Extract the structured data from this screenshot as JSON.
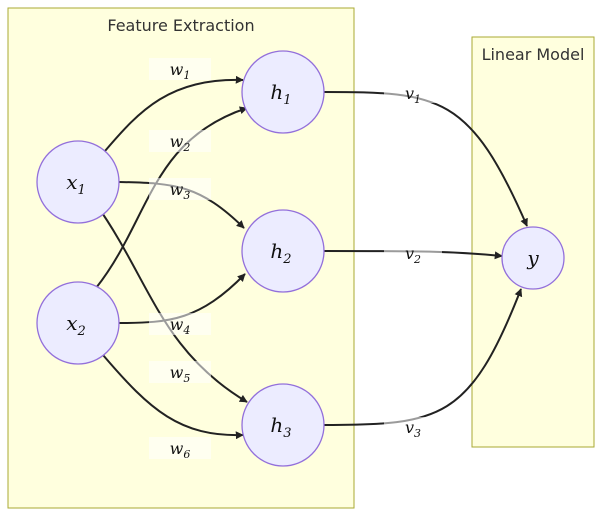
{
  "clusters": {
    "feature_extraction": {
      "title": "Feature Extraction"
    },
    "linear_model": {
      "title": "Linear Model"
    }
  },
  "nodes": {
    "x1": {
      "base": "x",
      "sub": "1"
    },
    "x2": {
      "base": "x",
      "sub": "2"
    },
    "h1": {
      "base": "h",
      "sub": "1"
    },
    "h2": {
      "base": "h",
      "sub": "2"
    },
    "h3": {
      "base": "h",
      "sub": "3"
    },
    "y": {
      "base": "y",
      "sub": ""
    }
  },
  "edges": {
    "w1": {
      "base": "w",
      "sub": "1"
    },
    "w2": {
      "base": "w",
      "sub": "2"
    },
    "w3": {
      "base": "w",
      "sub": "3"
    },
    "w4": {
      "base": "w",
      "sub": "4"
    },
    "w5": {
      "base": "w",
      "sub": "5"
    },
    "w6": {
      "base": "w",
      "sub": "6"
    },
    "v1": {
      "base": "v",
      "sub": "1"
    },
    "v2": {
      "base": "v",
      "sub": "2"
    },
    "v3": {
      "base": "v",
      "sub": "3"
    }
  },
  "colors": {
    "cluster_fill": "#ffffde",
    "cluster_stroke": "#aaaa33",
    "node_fill": "#ececff",
    "node_stroke": "#9370db",
    "edge": "#222222"
  }
}
